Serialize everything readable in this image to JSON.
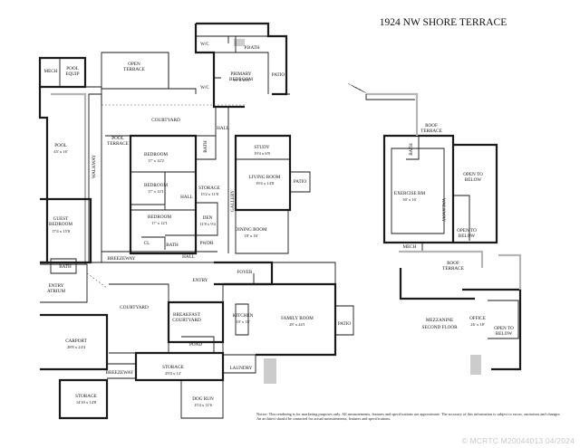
{
  "title": "1924 NW SHORE TERRACE",
  "notice": "Notice: This rendering is for marketing purposes only. All measurements, features and specifications are approximate. The accuracy of this information is subject to errors, omissions and changes. An architect should be contacted for actual measurements, features and specifications.",
  "watermark": "© MCRTC M20044013 04/2024",
  "rooms": {
    "mech": "MECH",
    "pool_equip": "POOL EQUIP",
    "open_terrace": "OPEN TERRACE",
    "wic1": "W/C",
    "wic2": "W/C",
    "p_bath": "P.BATH",
    "primary_bedroom": "PRIMARY BEDROOM",
    "primary_bedroom_dim": "19' x 18'8",
    "patio_top": "PATIO",
    "courtyard_top": "COURTYARD",
    "hall_top": "HALL",
    "pool_terrace": "POOL TERRACE",
    "pool": "POOL",
    "pool_dim": "45' x 16'",
    "walkway_left": "WALKWAY",
    "bedroom1": "BEDROOM",
    "bedroom1_dim": "17' x 12'2",
    "bath1": "BATH",
    "bedroom2": "BEDROOM",
    "bedroom2_dim": "17' x 12'1",
    "storage1": "STORAGE",
    "storage1_dim": "15'2 x 11'8",
    "bedroom3": "BEDROOM",
    "bedroom3_dim": "17' x 12'1",
    "den": "DEN",
    "den_dim": "11'8 x 9'4",
    "hall_mid": "HALL",
    "study": "STUDY",
    "study_dim": "19'4 x 6'8",
    "living_room": "LIVING ROOM",
    "living_room_dim": "19'4 x 14'8",
    "patio_mid": "PATIO",
    "gallery": "GALLERY",
    "dining_room": "DINING ROOM",
    "dining_room_dim": "18' x 16'",
    "guest_bedroom": "GUEST BEDROOM",
    "guest_bedroom_dim": "17'4 x 15'8",
    "cl": "CL",
    "bath2": "BATH",
    "pwdr": "PWDR",
    "hall_low": "HALL",
    "breezeway_top": "BREEZEWAY",
    "bath3": "BATH",
    "entry_atrium": "ENTRY ATRIUM",
    "foyer": "FOYER",
    "entry": "ENTRY",
    "courtyard_low": "COURTYARD",
    "breakfast_courtyard": "BREAKFAST COURTYARD",
    "kitchen": "KITCHEN",
    "kitchen_dim": "19' x 18'",
    "family_room": "FAMILY ROOM",
    "family_room_dim": "28' x 24'1",
    "patio_low": "PATIO",
    "carport": "CARPORT",
    "carport_dim": "28'8 x 24'4",
    "pond": "POND",
    "storage2": "STORAGE",
    "storage2_dim": "29'4 x 12'",
    "breezeway_low": "BREEZEWAY",
    "laundry": "LAUNDRY",
    "storage3": "STORAGE",
    "storage3_dim": "14'10 x 14'8",
    "dog_run": "DOG RUN",
    "dog_run_dim": "15'4 x 11'6",
    "roof_terrace_top": "ROOF TERRACE",
    "bath_mezz": "BATH",
    "exercise_rm": "EXERCISE RM",
    "exercise_rm_dim": "30' x 16'",
    "walkway_right": "WALKWAY",
    "open_to_below1": "OPEN TO BELOW",
    "open_to_below2": "OPEN TO BELOW",
    "mech_mezz": "MECH",
    "roof_terrace_low": "ROOF TERRACE",
    "mezzanine": "MEZZANINE",
    "second_floor": "SECOND FLOOR",
    "office": "OFFICE",
    "office_dim": "26' x 18'",
    "open_to_below3": "OPEN TO BELOW"
  }
}
